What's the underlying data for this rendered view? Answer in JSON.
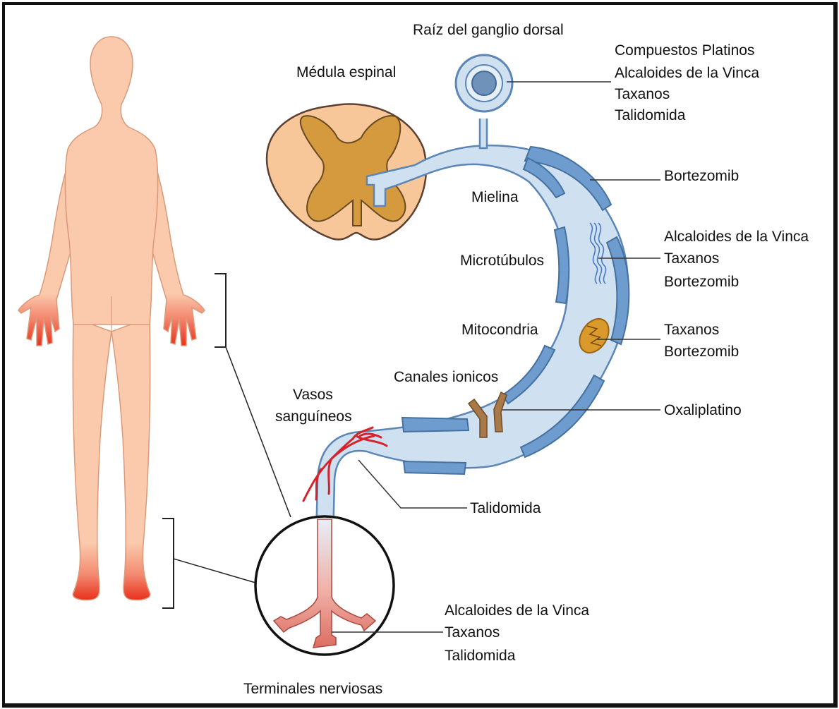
{
  "structures": {
    "drg": "Raíz del ganglio dorsal",
    "spinal_cord": "Médula espinal",
    "myelin": "Mielina",
    "microtubules": "Microtúbulos",
    "mitochondria": "Mitocondria",
    "ion_channels": "Canales ionicos",
    "blood_vessels_1": "Vasos",
    "blood_vessels_2": "sanguíneos",
    "nerve_terminals": "Terminales nerviosas"
  },
  "drugs": {
    "drg": [
      "Compuestos Platinos",
      "Alcaloides de la Vinca",
      "Taxanos",
      "Talidomida"
    ],
    "myelin": [
      "Bortezomib"
    ],
    "microtubules": [
      "Alcaloides de la Vinca",
      "Taxanos",
      "Bortezomib"
    ],
    "mitochondria": [
      "Taxanos",
      "Bortezomib"
    ],
    "ion_channels": [
      "Oxaliplatino"
    ],
    "vessels": [
      "Talidomida"
    ],
    "terminals": [
      "Alcaloides de la Vinca",
      "Taxanos",
      "Talidomida"
    ]
  },
  "colors": {
    "skin": "#fbc9ac",
    "skin_outline": "#d99a7a",
    "pain": "#e8301c",
    "nerve_fill": "#cfe0f1",
    "nerve_outline": "#5b86b5",
    "myelin": "#6e9ccf",
    "cord_outer": "#f7c79a",
    "cord_grey_matter": "#d59a3d",
    "vessel": "#d4232a",
    "terminal": "#e07a6e"
  }
}
